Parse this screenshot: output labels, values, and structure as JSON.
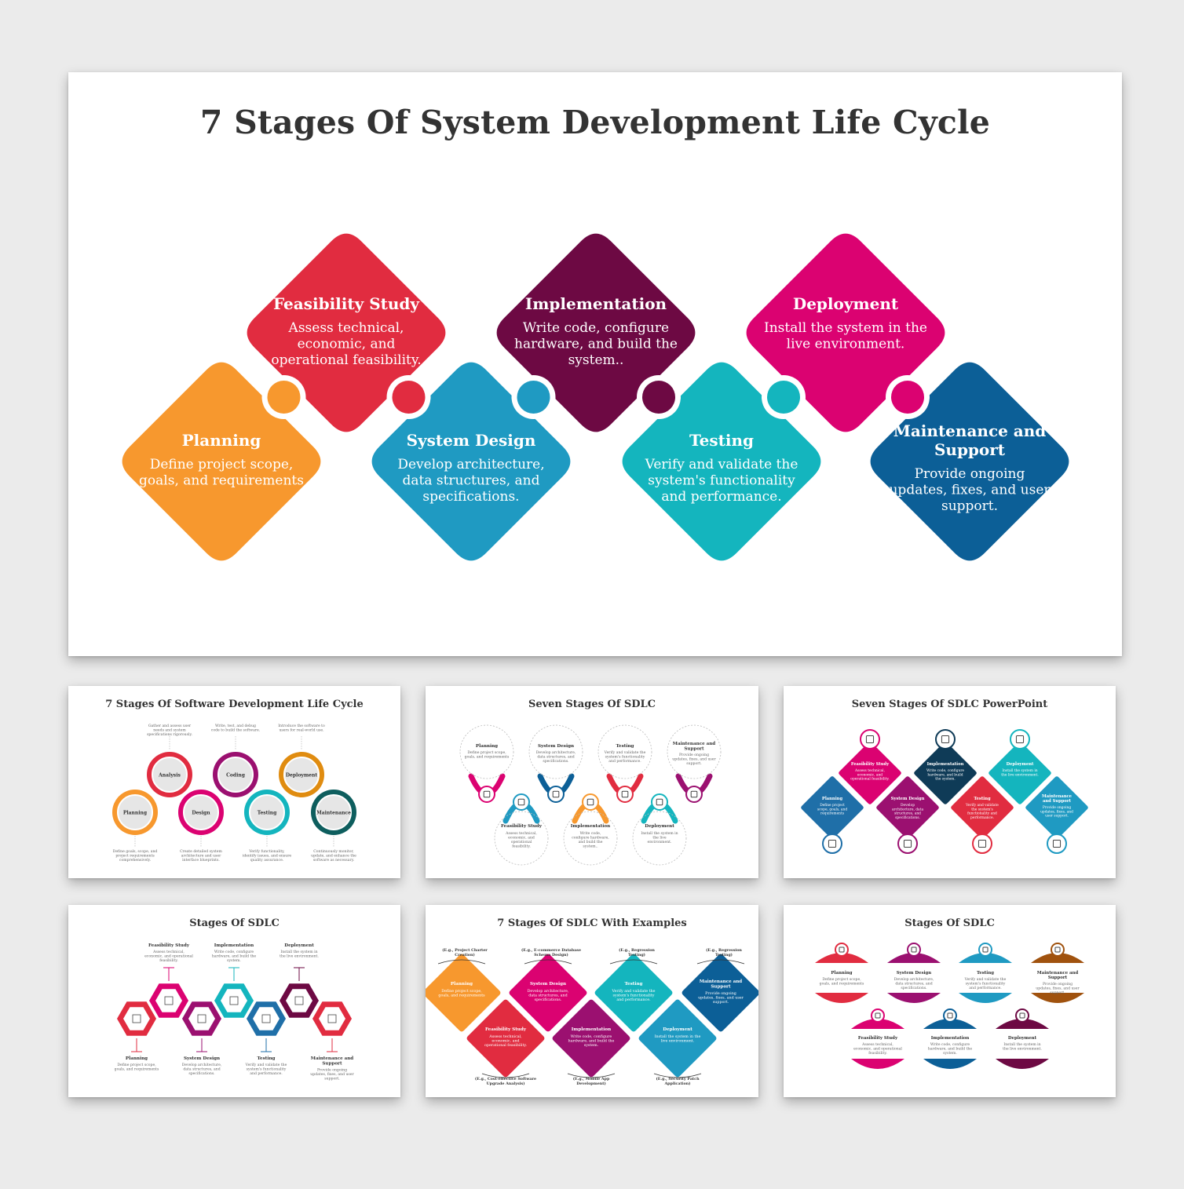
{
  "main": {
    "title": "7 Stages Of System Development Life Cycle",
    "stages": [
      {
        "title": "Planning",
        "desc": [
          "Define project scope,",
          "goals, and requirements"
        ],
        "color": "#F7982E"
      },
      {
        "title": "Feasibility Study",
        "desc": [
          "Assess technical,",
          "economic, and",
          "operational feasibility."
        ],
        "color": "#E12C40"
      },
      {
        "title": "System Design",
        "desc": [
          "Develop architecture,",
          "data structures, and",
          "specifications."
        ],
        "color": "#1F9AC2"
      },
      {
        "title": "Implementation",
        "desc": [
          "Write code, configure",
          "hardware, and build the",
          "system.."
        ],
        "color": "#6D0943"
      },
      {
        "title": "Testing",
        "desc": [
          "Verify and validate the",
          "system's functionality",
          "and performance."
        ],
        "color": "#14B5BE"
      },
      {
        "title": "Deployment",
        "desc": [
          "Install the system in the",
          "live environment."
        ],
        "color": "#DB0271"
      },
      {
        "title": [
          "Maintenance and",
          "Support"
        ],
        "desc": [
          "Provide ongoing",
          "updates, fixes, and user",
          "support."
        ],
        "color": "#0C5F97"
      }
    ]
  },
  "thumb1": {
    "title": "7 Stages Of Software Development Life Cycle",
    "circles": [
      "Planning",
      "Analysis",
      "Design",
      "Coding",
      "Testing",
      "Deployment",
      "Maintenance"
    ],
    "top_notes": [
      [
        "Gather and assess user",
        "needs and system",
        "specifications rigorously."
      ],
      [
        "Write, test, and debug",
        "code to build the software."
      ],
      [
        "Introduce the software to",
        "users for real-world use."
      ]
    ],
    "bottom_notes": [
      [
        "Define goals, scope, and",
        "project requirements",
        "comprehensively."
      ],
      [
        "Create detailed system",
        "architecture and user",
        "interface blueprints."
      ],
      [
        "Verify functionality,",
        "identify issues, and ensure",
        "quality assurance."
      ],
      [
        "Continuously monitor,",
        "update, and enhance the",
        "software as necessary."
      ]
    ]
  },
  "thumb2": {
    "title": "Seven Stages Of SDLC",
    "top": [
      {
        "t": [
          "Planning"
        ],
        "d": [
          "Define project scope,",
          "goals, and requirements"
        ]
      },
      {
        "t": [
          "System Design"
        ],
        "d": [
          "Develop architecture,",
          "data structures, and",
          "specifications."
        ]
      },
      {
        "t": [
          "Testing"
        ],
        "d": [
          "Verify and validate the",
          "system's functionality",
          "and performance."
        ]
      },
      {
        "t": [
          "Maintenance and",
          "Support"
        ],
        "d": [
          "Provide ongoing",
          "updates, fixes, and user",
          "support."
        ]
      }
    ],
    "bottom": [
      {
        "t": [
          "Feasibility Study"
        ],
        "d": [
          "Assess technical,",
          "economic, and",
          "operational",
          "feasibility."
        ]
      },
      {
        "t": [
          "Implementation"
        ],
        "d": [
          "Write code,",
          "configure hardware,",
          "and build the",
          "system.."
        ]
      },
      {
        "t": [
          "Deployment"
        ],
        "d": [
          "Install the system in",
          "the live",
          "environment."
        ]
      }
    ]
  },
  "thumb3": {
    "title": "Seven Stages Of SDLC PowerPoint",
    "stages": [
      {
        "t": [
          "Planning"
        ],
        "d": [
          "Define project",
          "scope, goals, and",
          "requirements"
        ]
      },
      {
        "t": [
          "Feasibility Study"
        ],
        "d": [
          "Assess technical,",
          "economic, and",
          "operational feasibility."
        ]
      },
      {
        "t": [
          "System Design"
        ],
        "d": [
          "Develop",
          "architecture, data",
          "structures, and",
          "specifications."
        ]
      },
      {
        "t": [
          "Implementation"
        ],
        "d": [
          "Write code, configure",
          "hardware, and build",
          "the system."
        ]
      },
      {
        "t": [
          "Testing"
        ],
        "d": [
          "Verify and validate",
          "the system's",
          "functionality and",
          "performance."
        ]
      },
      {
        "t": [
          "Deployment"
        ],
        "d": [
          "Install the system in",
          "the live environment."
        ]
      },
      {
        "t": [
          "Maintenance",
          "and Support"
        ],
        "d": [
          "Provide ongoing",
          "updates, fixes, and",
          "user support."
        ]
      }
    ]
  },
  "thumb4": {
    "title": "Stages Of SDLC",
    "top": [
      {
        "t": [
          "Feasibility Study"
        ],
        "d": [
          "Assess technical,",
          "economic, and operational",
          "feasibility."
        ]
      },
      {
        "t": [
          "Implementation"
        ],
        "d": [
          "Write code, configure",
          "hardware, and build the",
          "system."
        ]
      },
      {
        "t": [
          "Deployment"
        ],
        "d": [
          "Install the system in",
          "the live environment."
        ]
      }
    ],
    "bottom": [
      {
        "t": [
          "Planning"
        ],
        "d": [
          "Define project scope,",
          "goals, and requirements"
        ]
      },
      {
        "t": [
          "System Design"
        ],
        "d": [
          "Develop architecture,",
          "data structures, and",
          "specifications."
        ]
      },
      {
        "t": [
          "Testing"
        ],
        "d": [
          "Verify and validate the",
          "system's functionality",
          "and performance."
        ]
      },
      {
        "t": [
          "Maintenance and",
          "Support"
        ],
        "d": [
          "Provide ongoing",
          "updates, fixes, and user",
          "support."
        ]
      }
    ]
  },
  "thumb5": {
    "title": "7 Stages Of SDLC With Examples",
    "stages": [
      {
        "t": [
          "Planning"
        ],
        "d": [
          "Define project scope,",
          "goals, and requirements"
        ]
      },
      {
        "t": [
          "System Design"
        ],
        "d": [
          "Develop architecture,",
          "data structures, and",
          "specifications."
        ]
      },
      {
        "t": [
          "Testing"
        ],
        "d": [
          "Verify and validate the",
          "system's functionality",
          "and performance."
        ]
      },
      {
        "t": [
          "Maintenance and",
          "Support"
        ],
        "d": [
          "Provide ongoing",
          "updates, fixes, and user",
          "support."
        ]
      },
      {
        "t": [
          "Feasibility Study"
        ],
        "d": [
          "Assess technical,",
          "economic, and",
          "operational feasibility."
        ]
      },
      {
        "t": [
          "Implementation"
        ],
        "d": [
          "Write code, configure",
          "hardware, and build the",
          "system."
        ]
      },
      {
        "t": [
          "Deployment"
        ],
        "d": [
          "Install the system in the",
          "live environment."
        ]
      }
    ],
    "top_examples": [
      [
        "(E.g., Project Charter",
        "Creation)"
      ],
      [
        "(E.g., E-commerce Database",
        "Schema Design)"
      ],
      [
        "(E.g., Regression",
        "Testing)"
      ],
      [
        "(E.g., Regression",
        "Testing)"
      ]
    ],
    "bottom_examples": [
      [
        "(E.g., Cost-effective Software",
        "Upgrade Analysis)"
      ],
      [
        "(E.g., Mobile App",
        "Development)"
      ],
      [
        "(E.g., Security Patch",
        "Application)"
      ]
    ]
  },
  "thumb6": {
    "title": "Stages Of SDLC",
    "top": [
      {
        "t": [
          "Planning"
        ],
        "d": [
          "Define project scope,",
          "goals, and requirements"
        ]
      },
      {
        "t": [
          "System Design"
        ],
        "d": [
          "Develop architecture,",
          "data structures, and",
          "specifications."
        ]
      },
      {
        "t": [
          "Testing"
        ],
        "d": [
          "Verify and validate the",
          "system's functionality",
          "and performance."
        ]
      },
      {
        "t": [
          "Maintenance and",
          "Support"
        ],
        "d": [
          "Provide ongoing",
          "updates, fixes, and user",
          "support."
        ]
      }
    ],
    "bottom": [
      {
        "t": [
          "Feasibility Study"
        ],
        "d": [
          "Assess technical,",
          "economic, and operational",
          "feasibility."
        ]
      },
      {
        "t": [
          "Implementation"
        ],
        "d": [
          "Write code, configure",
          "hardware, and build the",
          "system."
        ]
      },
      {
        "t": [
          "Deployment"
        ],
        "d": [
          "Install the system in",
          "the live environment."
        ]
      }
    ]
  }
}
